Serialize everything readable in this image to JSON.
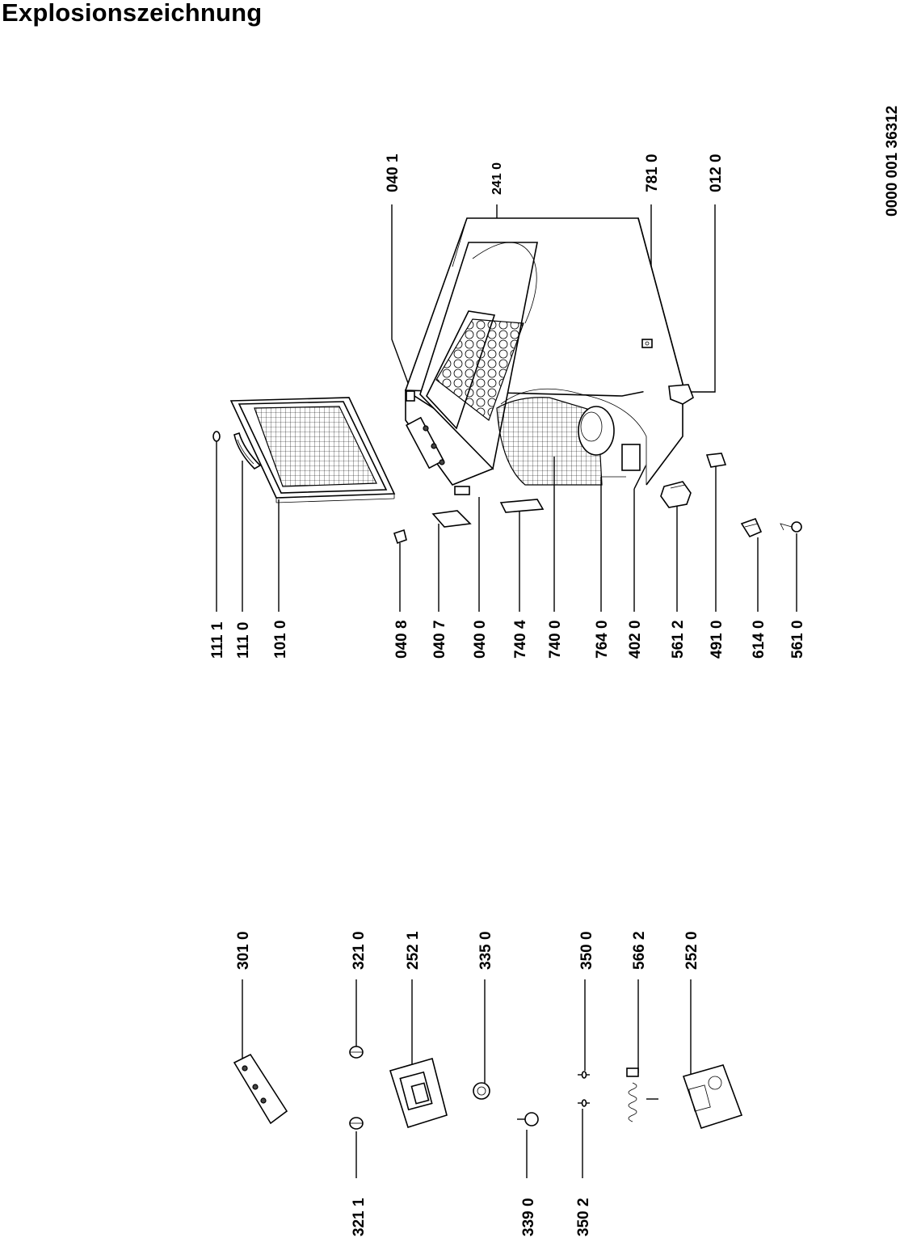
{
  "page": {
    "title": "Explosionszeichnung"
  },
  "diagram_code": "0000 001 36312",
  "parts": {
    "p1111": "111 1",
    "p1110": "111 0",
    "p1010": "101 0",
    "p0408": "040 8",
    "p0407": "040 7",
    "p0400": "040 0",
    "p7404": "740 4",
    "p7400": "740 0",
    "p7640": "764 0",
    "p4020": "402 0",
    "p5612": "561 2",
    "p4910": "491 0",
    "p6140": "614 0",
    "p5610": "561 0",
    "p0401": "040 1",
    "p2410": "241 0",
    "p7810": "781 0",
    "p0120": "012 0",
    "p3010": "301 0",
    "p3210": "321 0",
    "p2521": "252 1",
    "p3350": "335 0",
    "p3500": "350 0",
    "p5662": "566 2",
    "p2520": "252 0",
    "p3211": "321 1",
    "p3390": "339 0",
    "p3502": "350 2"
  }
}
